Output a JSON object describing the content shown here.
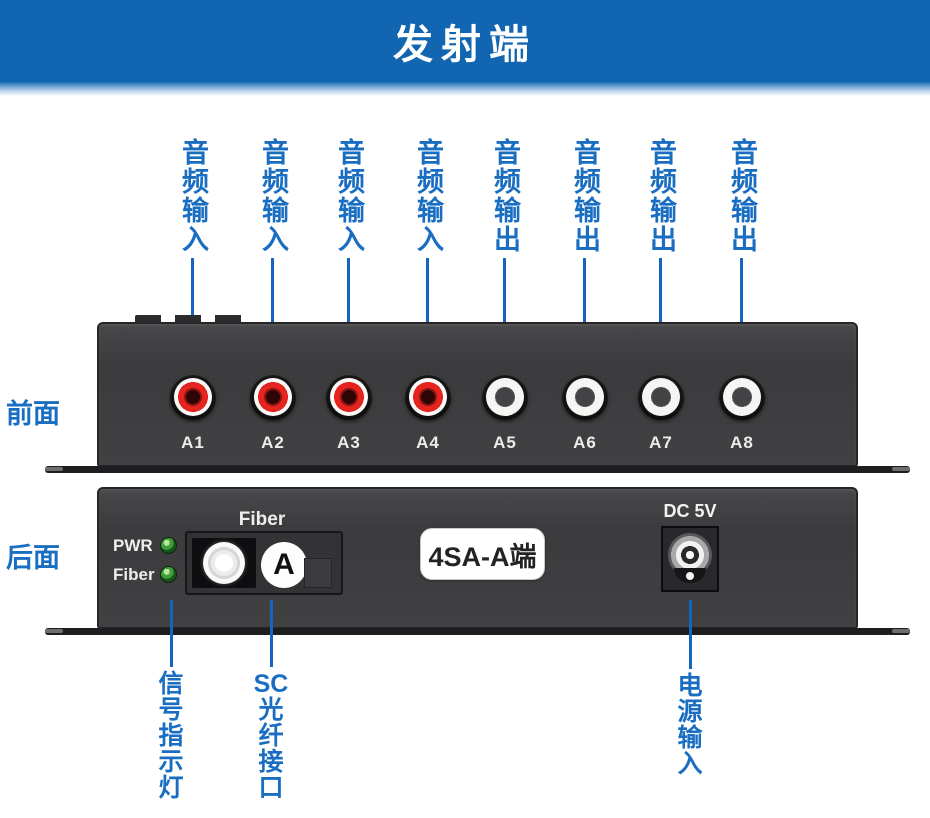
{
  "header": {
    "title": "发射端"
  },
  "front": {
    "side_label": "前面",
    "ports": [
      {
        "id": "A1",
        "annotation": "音频输入",
        "color": "red"
      },
      {
        "id": "A2",
        "annotation": "音频输入",
        "color": "red"
      },
      {
        "id": "A3",
        "annotation": "音频输入",
        "color": "red"
      },
      {
        "id": "A4",
        "annotation": "音频输入",
        "color": "red"
      },
      {
        "id": "A5",
        "annotation": "音频输出",
        "color": "white"
      },
      {
        "id": "A6",
        "annotation": "音频输出",
        "color": "white"
      },
      {
        "id": "A7",
        "annotation": "音频输出",
        "color": "white"
      },
      {
        "id": "A8",
        "annotation": "音频输出",
        "color": "white"
      }
    ]
  },
  "back": {
    "side_label": "后面",
    "leds": [
      {
        "label": "PWR"
      },
      {
        "label": "Fiber"
      }
    ],
    "fiber": {
      "heading": "Fiber",
      "letter": "A"
    },
    "model_badge": "4SA-A端",
    "dc_label": "DC 5V",
    "annotations": [
      {
        "name": "signal-indicator-light",
        "lines": [
          "信",
          "号",
          "指",
          "示",
          "灯"
        ]
      },
      {
        "name": "sc-fiber-interface",
        "lines": [
          "SC",
          "光",
          "纤",
          "接",
          "口"
        ]
      },
      {
        "name": "power-input",
        "lines": [
          "电",
          "源",
          "输",
          "入"
        ]
      }
    ]
  },
  "colors": {
    "accent_blue": "#1266b1",
    "label_blue": "#1a6ec2",
    "leader_line_blue": "#1565c0",
    "port_red": "#e5231f",
    "led_green": "#3f9e38",
    "panel_dark": "#3e3e40"
  }
}
